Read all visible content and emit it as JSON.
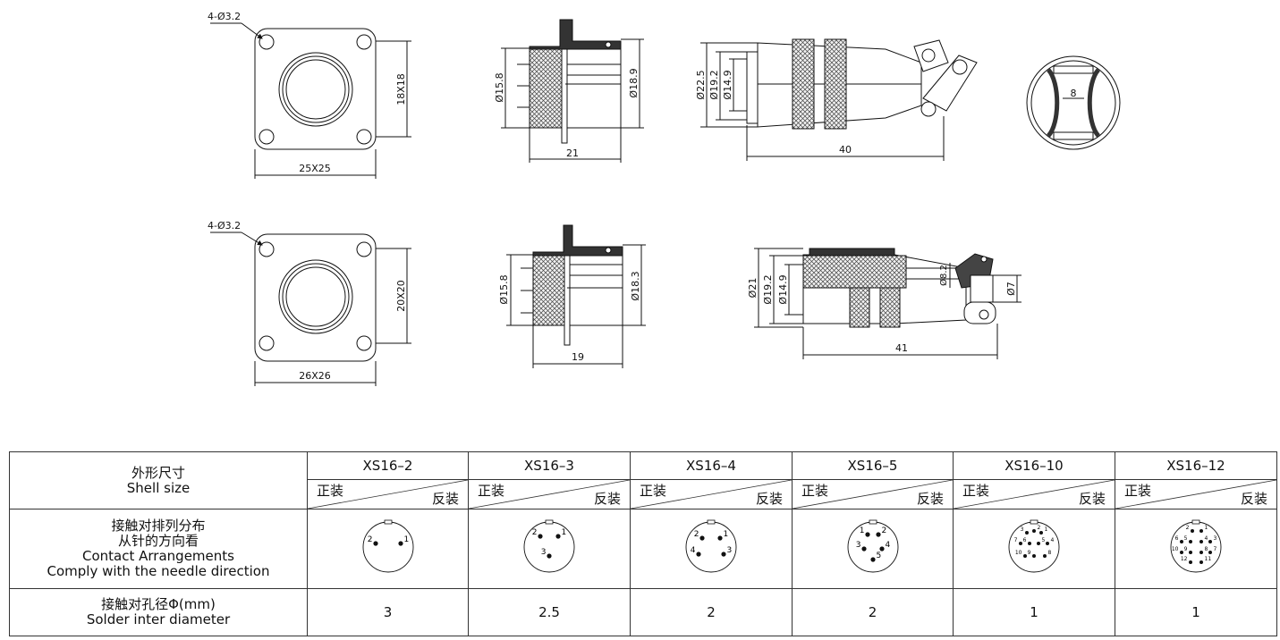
{
  "drawings": {
    "row1": {
      "hole_label": "4-Ø3.2",
      "flange_height": "18X18",
      "flange_width": "25X25",
      "side_dia_a": "Ø15.8",
      "side_dia_b": "Ø18.9",
      "side_length": "21",
      "plug_dia_a": "Ø22.5",
      "plug_dia_b": "Ø19.2",
      "plug_dia_c": "Ø14.9",
      "plug_length": "40",
      "clamp_width": "8"
    },
    "row2": {
      "hole_label": "4-Ø3.2",
      "flange_height": "20X20",
      "flange_width": "26X26",
      "side_dia_a": "Ø15.8",
      "side_dia_b": "Ø18.3",
      "side_length": "19",
      "plug_dia_a": "Ø21",
      "plug_dia_b": "Ø19.2",
      "plug_dia_c": "Ø14.9",
      "plug_dia_d": "Ø8.2",
      "plug_dia_e": "Ø7",
      "plug_length": "41"
    }
  },
  "table": {
    "shell_cn": "外形尺寸",
    "shell_en": "Shell size",
    "mount_front": "正装",
    "mount_reverse": "反装",
    "contact_cn1": "接触对排列分布",
    "contact_cn2": "从针的方向看",
    "contact_en1": "Contact Arrangements",
    "contact_en2": "Comply with the needle direction",
    "solder_cn": "接触对孔径Φ(mm)",
    "solder_en": "Solder inter diameter",
    "models": [
      {
        "name": "XS16–2",
        "diameter": "3",
        "pins": [
          "2",
          "1"
        ]
      },
      {
        "name": "XS16–3",
        "diameter": "2.5",
        "pins": [
          "2",
          "1",
          "3"
        ]
      },
      {
        "name": "XS16–4",
        "diameter": "2",
        "pins": [
          "2",
          "1",
          "4",
          "3"
        ]
      },
      {
        "name": "XS16–5",
        "diameter": "2",
        "pins": [
          "1",
          "2",
          "3",
          "4",
          "5"
        ]
      },
      {
        "name": "XS16–10",
        "diameter": "1",
        "pins": [
          "3",
          "2",
          "1",
          "7",
          "6",
          "5",
          "4",
          "10",
          "9",
          "8"
        ]
      },
      {
        "name": "XS16–12",
        "diameter": "1",
        "pins": [
          "2",
          "1",
          "6",
          "5",
          "4",
          "3",
          "10",
          "9",
          "8",
          "7",
          "12",
          "11"
        ]
      }
    ]
  }
}
